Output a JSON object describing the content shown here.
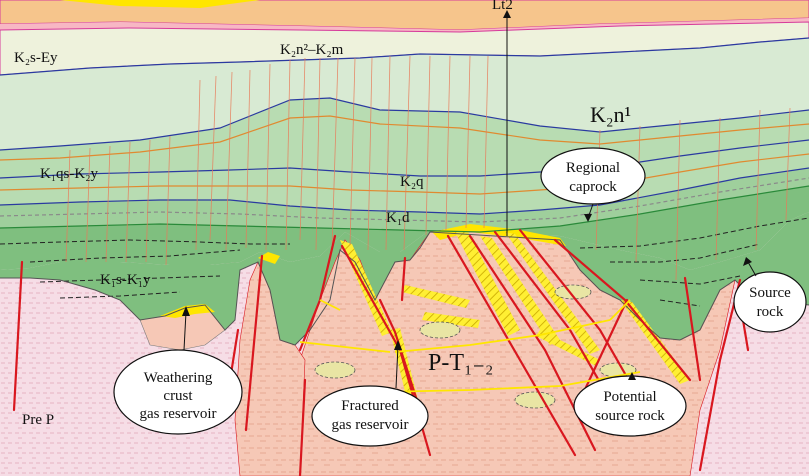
{
  "well": {
    "label": "Lt2"
  },
  "formations": {
    "k2s_ey": "K₂s-Ey",
    "k2n2_k2m": "K₂n²–K₂m",
    "k2n1": "K₂n¹",
    "k1qs_k2y": "K₁qs-K₂y",
    "k2q": "K₂q",
    "k1d": "K₁d",
    "k1s_k1y": "K₁s-K₁y",
    "p_t12": "P-T₁₋₂",
    "pre_p": "Pre P"
  },
  "callouts": {
    "regional_caprock": [
      "Regional",
      "caprock"
    ],
    "weathering_crust": [
      "Weathering",
      "crust",
      "gas reservoir"
    ],
    "fractured_reservoir": [
      "Fractured",
      "gas reservoir"
    ],
    "potential_source": [
      "Potential",
      "source rock"
    ],
    "source_rock": [
      "Source",
      "rock"
    ]
  },
  "colors": {
    "pre_p_fill": "#f6dde6",
    "basement_block_fill": "#f6c8b6",
    "lower_green": "#7fbf7f",
    "mid_green": "#a9d4a9",
    "upper_green": "#c8e3c0",
    "k2n2_fill": "#e6efd6",
    "k2s_fill": "#f6c58c",
    "fault_red": "#d9171f",
    "fracture_yellow": "#ffef33"
  }
}
